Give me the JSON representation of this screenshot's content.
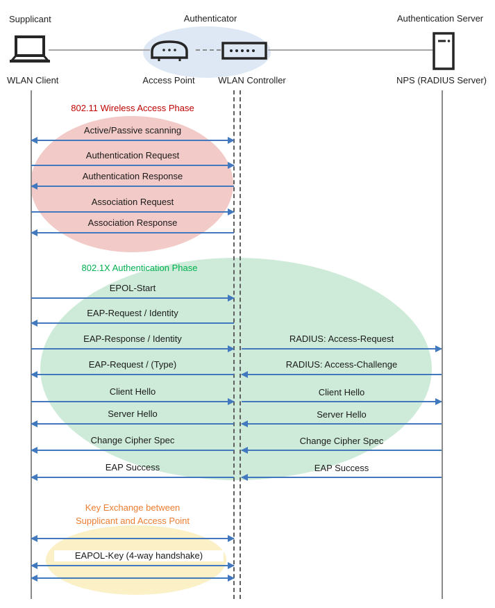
{
  "header": {
    "supplicant": "Supplicant",
    "authenticator": "Authenticator",
    "auth_server": "Authentication Server"
  },
  "devices": {
    "wlan_client": "WLAN Client",
    "access_point": "Access Point",
    "wlan_controller": "WLAN Controller",
    "nps": "NPS (RADIUS Server)"
  },
  "phase1": {
    "title": "802.11 Wireless Access Phase",
    "messages": [
      "Active/Passive scanning",
      "Authentication Request",
      "Authentication Response",
      "Association Request",
      "Association Response"
    ]
  },
  "phase2": {
    "title": "802.1X Authentication Phase",
    "left": [
      "EPOL-Start",
      "EAP-Request / Identity",
      "EAP-Response / Identity",
      "EAP-Request / (Type)",
      "Client Hello",
      "Server Hello",
      "Change Cipher Spec",
      "EAP Success"
    ],
    "right": [
      "RADIUS: Access-Request",
      "RADIUS: Access-Challenge",
      "Client Hello",
      "Server Hello",
      "Change Cipher Spec",
      "EAP Success"
    ]
  },
  "phase3": {
    "title_line1": "Key Exchange between",
    "title_line2": "Supplicant and Access Point",
    "message": "EAPOL-Key (4-way handshake)"
  },
  "colors": {
    "arrow": "#4178BE",
    "phase1_title": "#C00000",
    "phase2_title": "#00B050",
    "phase3_title": "#ED7D31",
    "ellipse_red": "#F2CAC7",
    "ellipse_green": "#CDEBD8",
    "ellipse_yellow": "#FBF0C6",
    "ellipse_blue": "#DEE8F5",
    "lifeline": "#8A8A8A"
  }
}
